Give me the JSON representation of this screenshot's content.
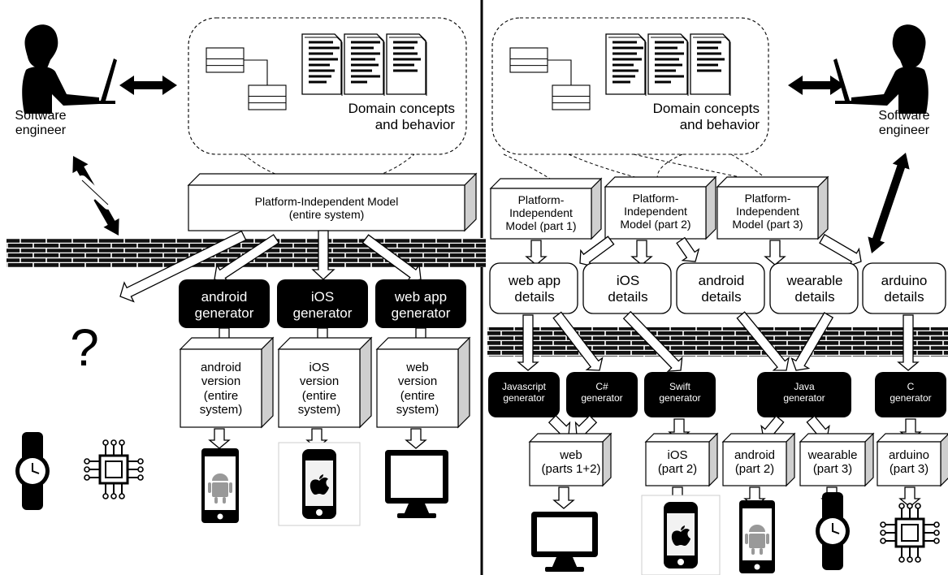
{
  "left": {
    "engineer_label": "Software\nengineer",
    "domain_label": "Domain concepts\nand behavior",
    "pim_label": "Platform-Independent Model\n(entire system)",
    "generators": [
      "android\ngenerator",
      "iOS\ngenerator",
      "web app\ngenerator"
    ],
    "versions": [
      "android\nversion\n(entire\nsystem)",
      "iOS\nversion\n(entire\nsystem)",
      "web\nversion\n(entire\nsystem)"
    ],
    "unknown": "?",
    "devices": [
      "watch-icon",
      "chip-icon",
      "android-phone-icon",
      "iphone-icon",
      "desktop-icon"
    ]
  },
  "right": {
    "engineer_label": "Software\nengineer",
    "domain_label": "Domain concepts\nand behavior",
    "pims": [
      "Platform-\nIndependent\nModel (part 1)",
      "Platform-\nIndependent\nModel (part 2)",
      "Platform-\nIndependent\nModel (part 3)"
    ],
    "details": [
      "web app\ndetails",
      "iOS\ndetails",
      "android\ndetails",
      "wearable\ndetails",
      "arduino\ndetails"
    ],
    "generators": [
      "Javascript\ngenerator",
      "C#\ngenerator",
      "Swift\ngenerator",
      "Java\ngenerator",
      "C\ngenerator"
    ],
    "outputs": [
      "web\n(parts 1+2)",
      "iOS\n(part 2)",
      "android\n(part 2)",
      "wearable\n(part 3)",
      "arduino\n(part 3)"
    ],
    "devices": [
      "desktop-icon",
      "iphone-icon",
      "android-phone-icon",
      "watch-icon",
      "chip-icon"
    ]
  }
}
